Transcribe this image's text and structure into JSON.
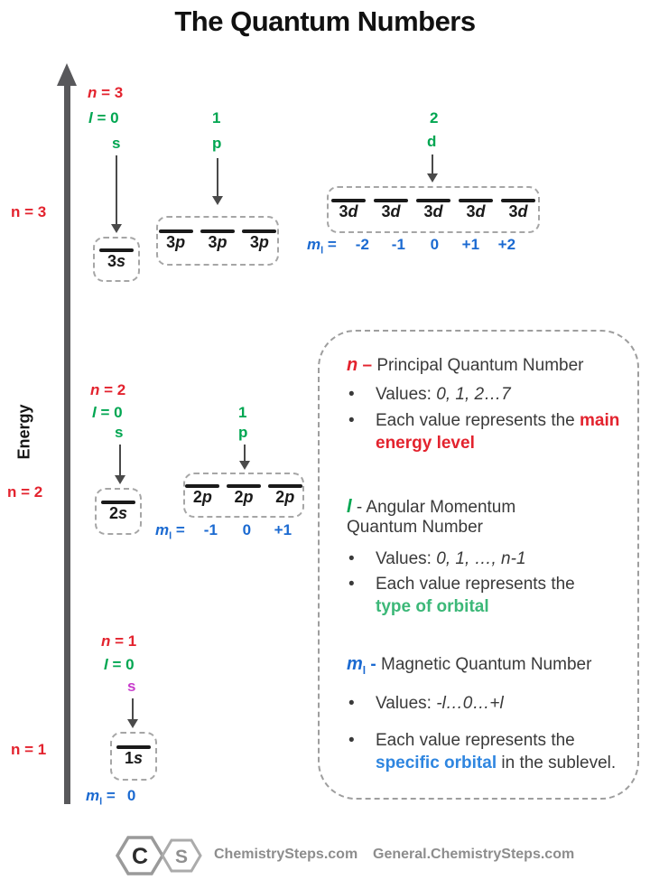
{
  "title": "The Quantum Numbers",
  "energy_axis": {
    "label": "Energy"
  },
  "axis_levels": {
    "n3": "n = 3",
    "n2": "n = 2",
    "n1": "n = 1"
  },
  "ml_prefix": {
    "sym": "m",
    "sub": "l",
    "eq": "="
  },
  "bullet": "•",
  "groups": {
    "n3": {
      "n_sym": "n",
      "n_eq": "= 3",
      "l_sym": "l",
      "l_eq": "= 0",
      "s_letter": "s",
      "p_num": "1",
      "p_letter": "p",
      "d_num": "2",
      "d_letter": "d",
      "s_orb": {
        "num": "3",
        "letter": "s"
      },
      "p_orb": {
        "num": "3",
        "letter": "p"
      },
      "d_orb": {
        "num": "3",
        "letter": "d"
      },
      "ml_values": [
        "-2",
        "-1",
        "0",
        "+1",
        "+2"
      ]
    },
    "n2": {
      "n_sym": "n",
      "n_eq": "= 2",
      "l_sym": "l",
      "l_eq": "= 0",
      "s_letter": "s",
      "p_num": "1",
      "p_letter": "p",
      "s_orb": {
        "num": "2",
        "letter": "s"
      },
      "p_orb": {
        "num": "2",
        "letter": "p"
      },
      "ml_values": [
        "-1",
        "0",
        "+1"
      ]
    },
    "n1": {
      "n_sym": "n",
      "n_eq": "= 1",
      "l_sym": "l",
      "l_eq": "= 0",
      "s_letter": "s",
      "s_orb": {
        "num": "1",
        "letter": "s"
      },
      "ml_values": [
        "0"
      ]
    }
  },
  "info_panel": {
    "n_section": {
      "sym": "n",
      "dash": "–",
      "heading": "Principal Quantum Number",
      "b1_label": "Values:",
      "b1_values": "0, 1, 2…7",
      "b2_pre": "Each value represents the ",
      "b2_highlight": "main energy level"
    },
    "l_section": {
      "sym": "l",
      "dash": "-",
      "heading": "Angular Momentum Quantum Number",
      "b1_label": "Values:",
      "b1_values": "0, 1, …, n-1",
      "b2_pre": "Each value represents the ",
      "b2_highlight": "type of orbital"
    },
    "m_section": {
      "sym": "m",
      "sub": "l",
      "dash": "-",
      "heading": "Magnetic Quantum Number",
      "b1_label": "Values:",
      "b1_values": "-l…0…+l",
      "b2_pre": "Each value represents the ",
      "b2_highlight": "specific orbital",
      "b2_post": " in the sublevel."
    }
  },
  "footer": {
    "logo_c": "C",
    "logo_s": "S",
    "site_primary": "ChemistrySteps.com",
    "site_secondary": "General.ChemistrySteps.com"
  },
  "colors": {
    "red": "#e3232e",
    "green": "#00a651",
    "green_light": "#3cb878",
    "blue": "#1b6ad1",
    "blue_light": "#2f86e0",
    "magenta": "#c83ccc",
    "axis": "#58585b",
    "foot": "#8d8d8d"
  }
}
